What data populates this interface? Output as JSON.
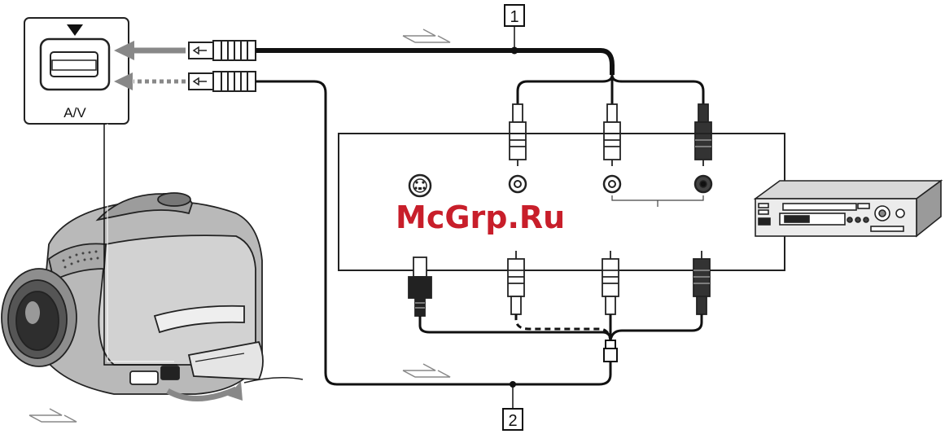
{
  "av_port": {
    "label": "A/V"
  },
  "callouts": {
    "cable_1": "1",
    "cable_2": "2"
  },
  "watermark": {
    "text": "McGrp.Ru"
  },
  "colors": {
    "line": "#111111",
    "arrow_gray": "#888888",
    "watermark": "#c81e2a",
    "panel_border": "#222222"
  },
  "icons": {
    "down_marker": "down-triangle-icon",
    "camcorder": "camcorder-illustration",
    "vcr": "vcr-illustration",
    "s_video_jack": "s-video-jack-icon"
  }
}
